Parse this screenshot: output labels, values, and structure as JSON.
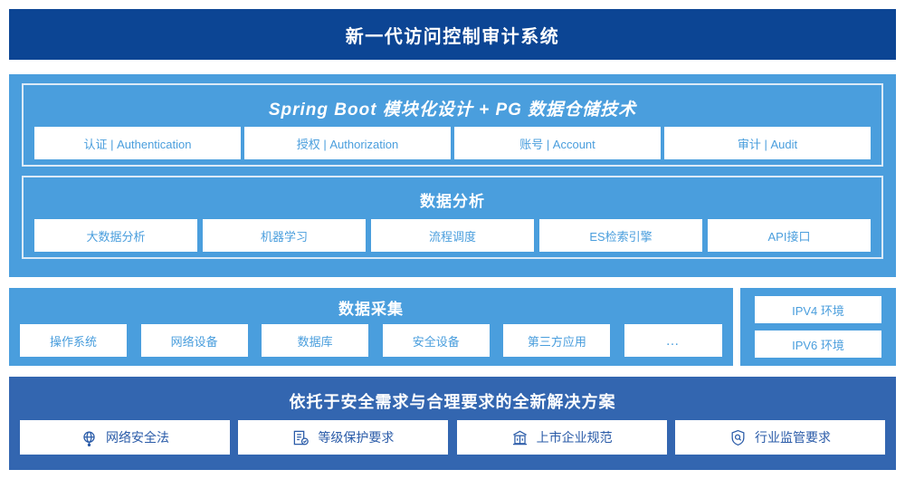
{
  "header": {
    "title": "新一代访问控制审计系统"
  },
  "sections": {
    "springboot": {
      "title": "Spring Boot 模块化设计 + PG 数据仓储技术",
      "items": [
        {
          "label": "认证 | Authentication"
        },
        {
          "label": "授权 | Authorization"
        },
        {
          "label": "账号 | Account"
        },
        {
          "label": "审计 | Audit"
        }
      ]
    },
    "analysis": {
      "title": "数据分析",
      "items": [
        {
          "label": "大数据分析"
        },
        {
          "label": "机器学习"
        },
        {
          "label": "流程调度"
        },
        {
          "label": "ES检索引擎"
        },
        {
          "label": "API接口"
        }
      ]
    },
    "collection": {
      "title": "数据采集",
      "items": [
        {
          "label": "操作系统"
        },
        {
          "label": "网络设备"
        },
        {
          "label": "数据库"
        },
        {
          "label": "安全设备"
        },
        {
          "label": "第三方应用"
        },
        {
          "label": "…"
        }
      ]
    },
    "ip_env": {
      "items": [
        {
          "label": "IPV4 环境"
        },
        {
          "label": "IPV6 环境"
        }
      ]
    },
    "solution": {
      "title": "依托于安全需求与合理要求的全新解决方案",
      "items": [
        {
          "label": "网络安全法",
          "icon": "globe-icon"
        },
        {
          "label": "等级保护要求",
          "icon": "document-check-icon"
        },
        {
          "label": "上市企业规范",
          "icon": "bank-icon"
        },
        {
          "label": "行业监管要求",
          "icon": "shield-search-icon"
        }
      ]
    }
  },
  "colors": {
    "header_navy": "#0c4594",
    "panel_light_blue": "#4a9edd",
    "panel_medium_blue": "#3366b0",
    "chip_text_blue": "#4a9edd",
    "chip_text_navy": "#2a5ba8",
    "inner_border": "#dbeaf7"
  }
}
